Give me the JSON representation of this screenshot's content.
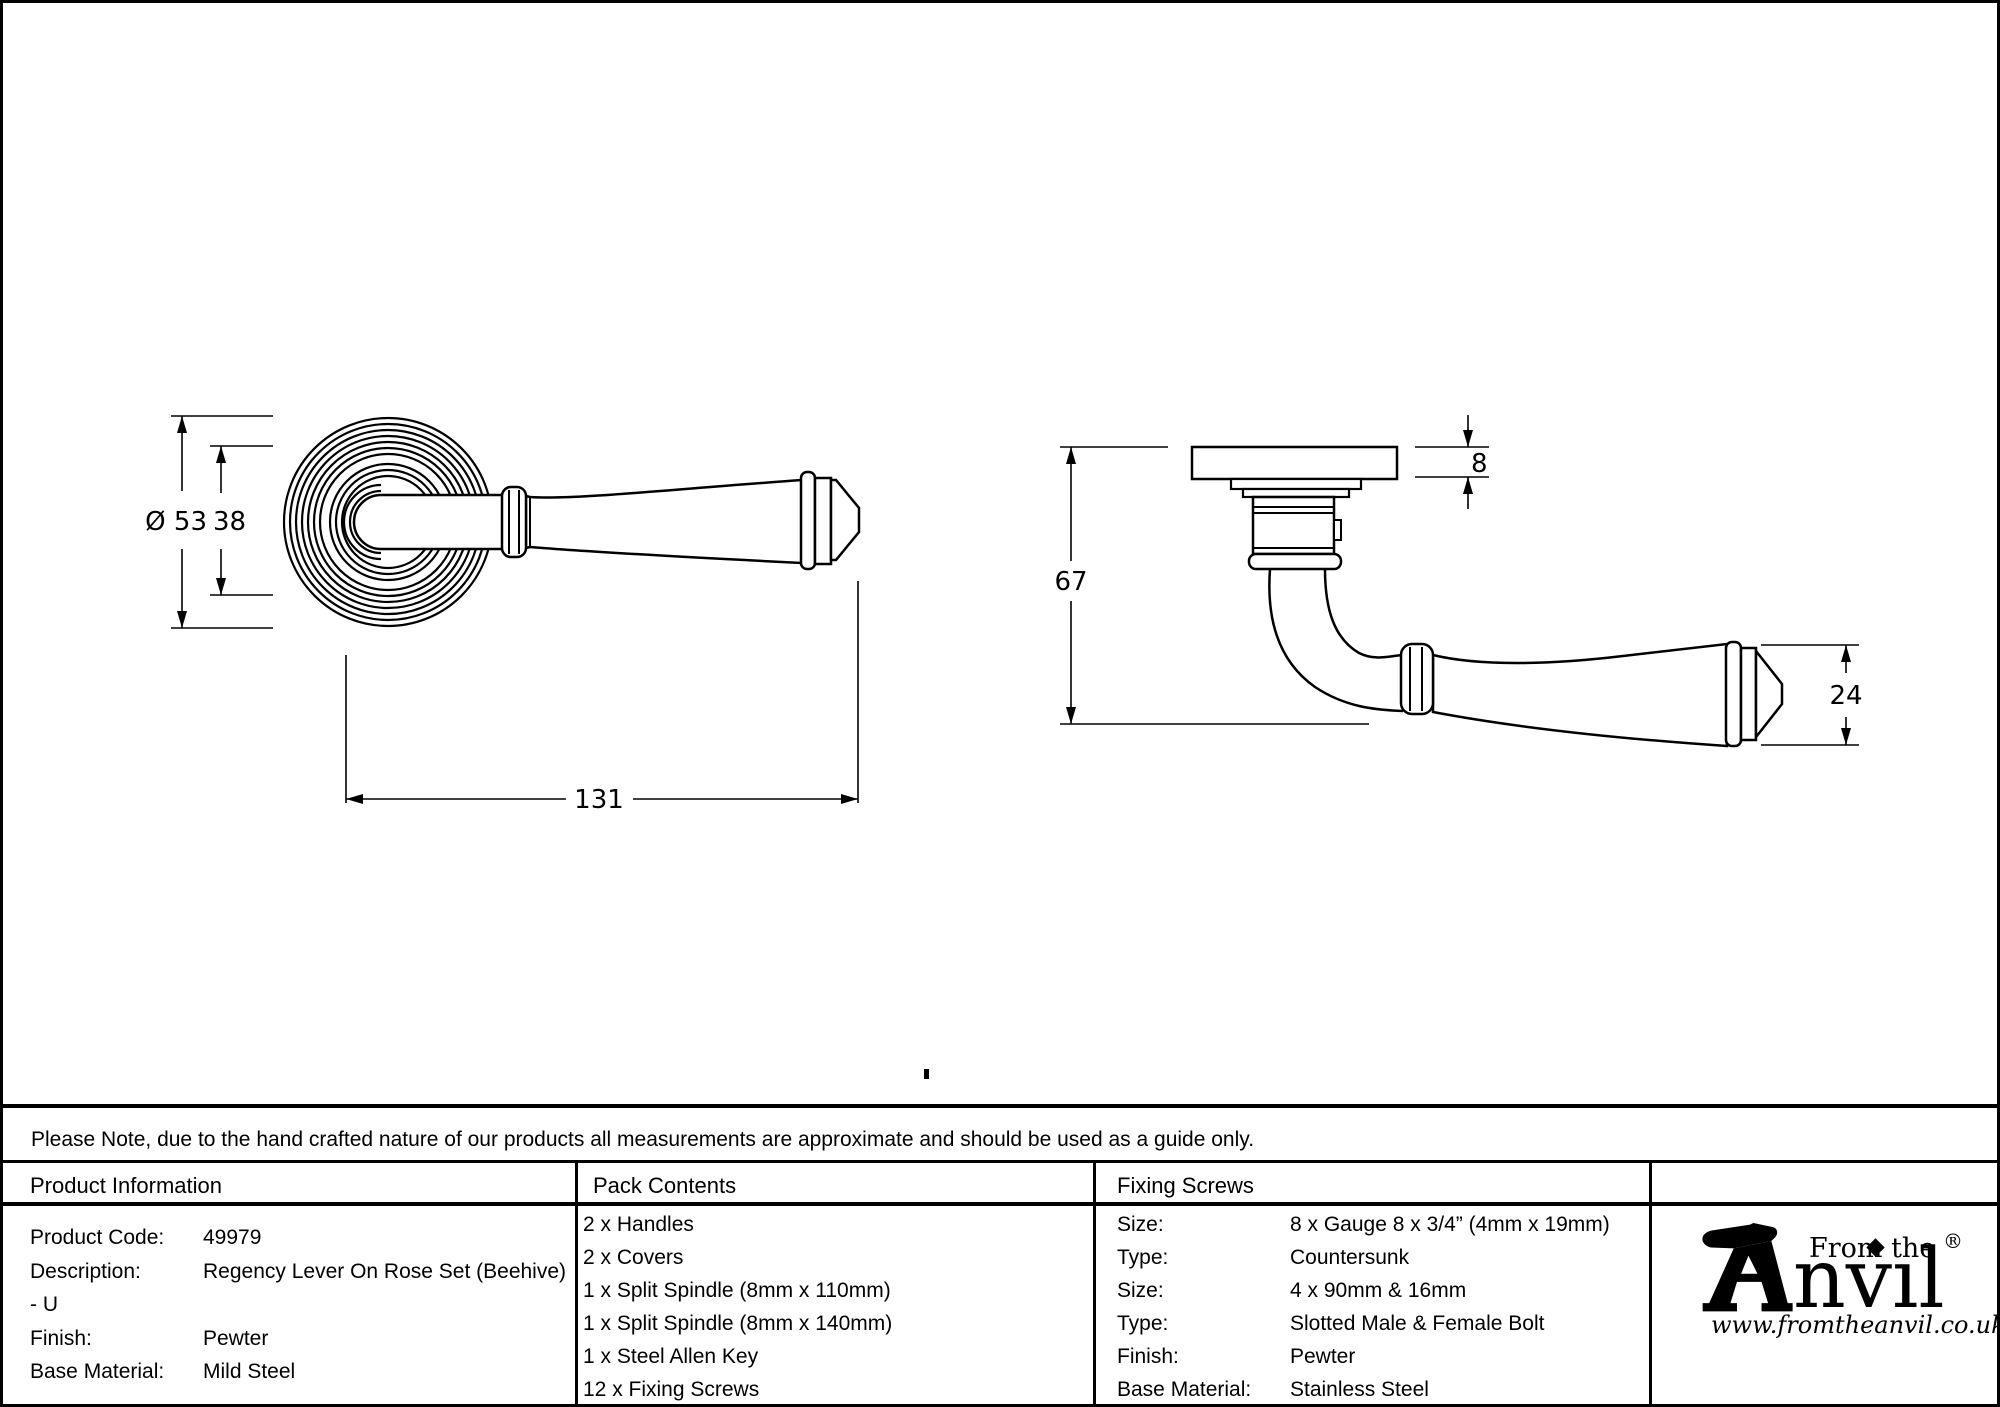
{
  "colors": {
    "line": "#000000",
    "background": "#ffffff"
  },
  "note": "Please Note, due to the hand crafted nature of our products all measurements are approximate and should be used as a guide only.",
  "drawing": {
    "front_view": {
      "dim_rose_diameter": "Ø 53",
      "dim_inner_diameter": "38",
      "dim_lever_length": "131"
    },
    "side_view": {
      "dim_rose_thickness": "8",
      "dim_projection": "67",
      "dim_lever_end_height": "24"
    }
  },
  "table": {
    "product_information": {
      "header": "Product Information",
      "rows": [
        {
          "label": "Product Code:",
          "value": "49979"
        },
        {
          "label": "Description:",
          "value": "Regency Lever On Rose Set (Beehive)"
        },
        {
          "label": "- U",
          "value": ""
        },
        {
          "label": "Finish:",
          "value": "Pewter"
        },
        {
          "label": "Base Material:",
          "value": "Mild Steel"
        }
      ]
    },
    "pack_contents": {
      "header": "Pack Contents",
      "items": [
        "2 x Handles",
        "2 x Covers",
        "1 x Split Spindle (8mm x 110mm)",
        "1 x Split Spindle (8mm x 140mm)",
        "1 x Steel Allen Key",
        "12 x Fixing Screws"
      ]
    },
    "fixing_screws": {
      "header": "Fixing Screws",
      "rows": [
        {
          "label": "Size:",
          "value": "8 x Gauge 8 x 3/4” (4mm x 19mm)"
        },
        {
          "label": "Type:",
          "value": "Countersunk"
        },
        {
          "label": "Size:",
          "value": "4 x 90mm & 16mm"
        },
        {
          "label": "Type:",
          "value": "Slotted Male & Female Bolt"
        },
        {
          "label": "Finish:",
          "value": "Pewter"
        },
        {
          "label": "Base Material:",
          "value": "Stainless Steel"
        }
      ]
    }
  },
  "logo": {
    "tagline": "From the",
    "name": "Anvil",
    "name_tail_display": "nvıl",
    "registered": "®",
    "url": "www.fromtheanvil.co.uk"
  }
}
